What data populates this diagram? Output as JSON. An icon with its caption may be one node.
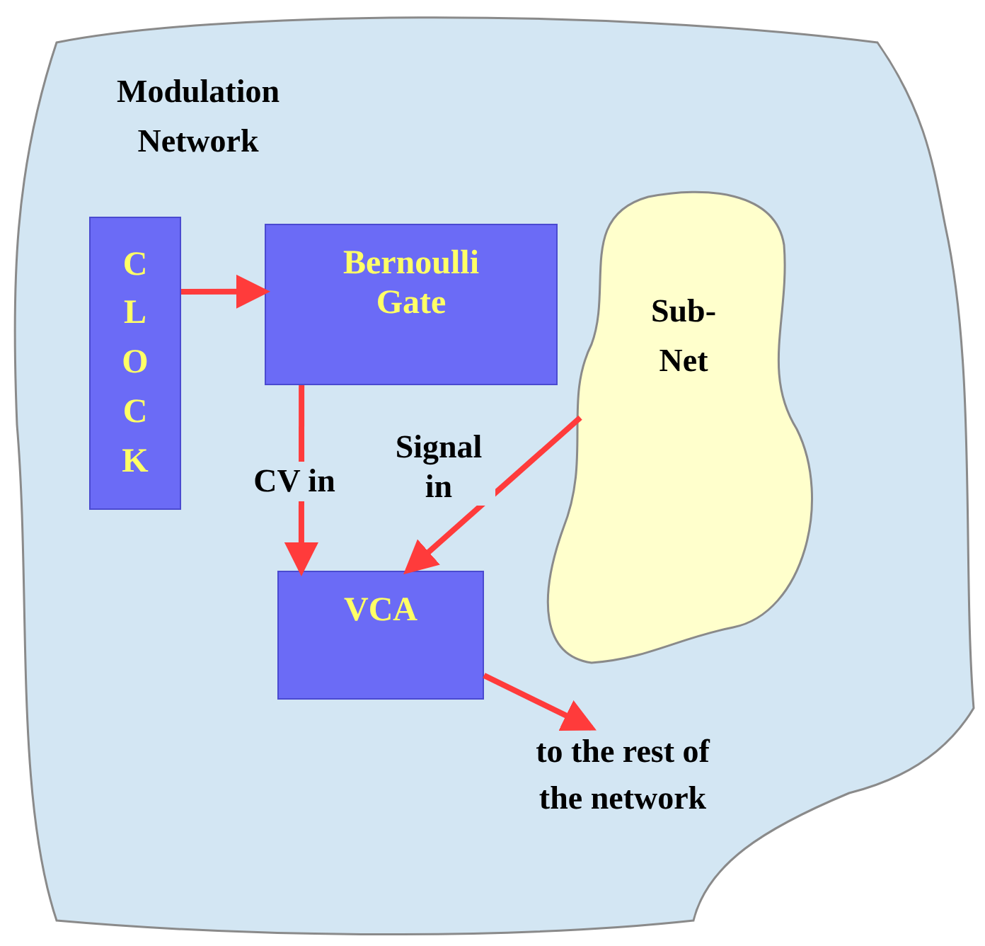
{
  "diagram": {
    "nodes": [
      {
        "text": [
          "Modulation Network"
        ]
      },
      {
        "text": [
          "CLOCK"
        ],
        "in": 0
      },
      {
        "text": [
          "Bernoulli Gate"
        ],
        "in": 0
      },
      {
        "text": [
          "Sub-Net"
        ],
        "in": 0
      },
      {
        "text": [
          "VCA"
        ],
        "in": 0
      },
      {
        "text": [
          "to the rest of the network"
        ],
        "in": 0
      }
    ],
    "edges": [
      {
        "from": 1,
        "to": 2,
        "arrow": "to"
      },
      {
        "from": 2,
        "to": 4,
        "arrow": "to",
        "label": "CV in"
      },
      {
        "from": 3,
        "to": 4,
        "arrow": "to",
        "label": "Signal in"
      },
      {
        "from": 4,
        "to": 5,
        "arrow": "to"
      }
    ]
  }
}
